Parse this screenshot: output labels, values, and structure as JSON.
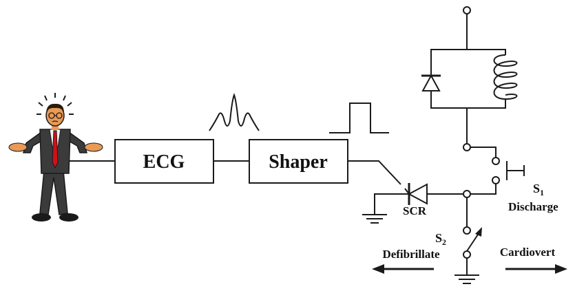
{
  "blocks": {
    "ecg": "ECG",
    "shaper": "Shaper"
  },
  "components": {
    "scr": "SCR",
    "s1_letter": "S",
    "s1_sub": "1",
    "s1_role": "Discharge",
    "s2_letter": "S",
    "s2_sub": "2"
  },
  "modes": {
    "left": "Defibrillate",
    "right": "Cardiovert"
  },
  "colors": {
    "line": "#1a1a1a",
    "tie": "#d0101a",
    "suit": "#3b3b3b",
    "skin": "#e89a56"
  }
}
